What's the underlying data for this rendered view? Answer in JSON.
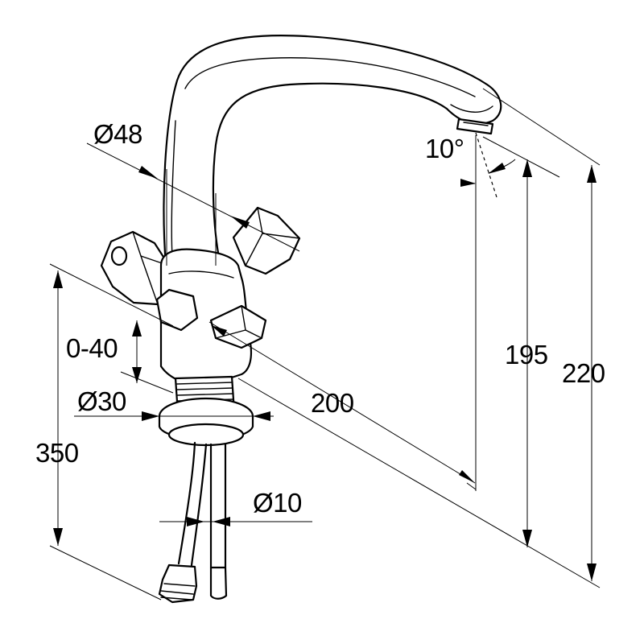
{
  "colors": {
    "line": "#000000",
    "background": "#ffffff"
  },
  "dimensions": {
    "spout_diameter": "Ø48",
    "spout_angle": "10°",
    "swivel_range": "0-40",
    "thread_diameter": "Ø30",
    "spout_reach": "200",
    "outlet_height": "195",
    "overall_height": "220",
    "hose_length": "350",
    "hose_diameter": "Ø10"
  }
}
